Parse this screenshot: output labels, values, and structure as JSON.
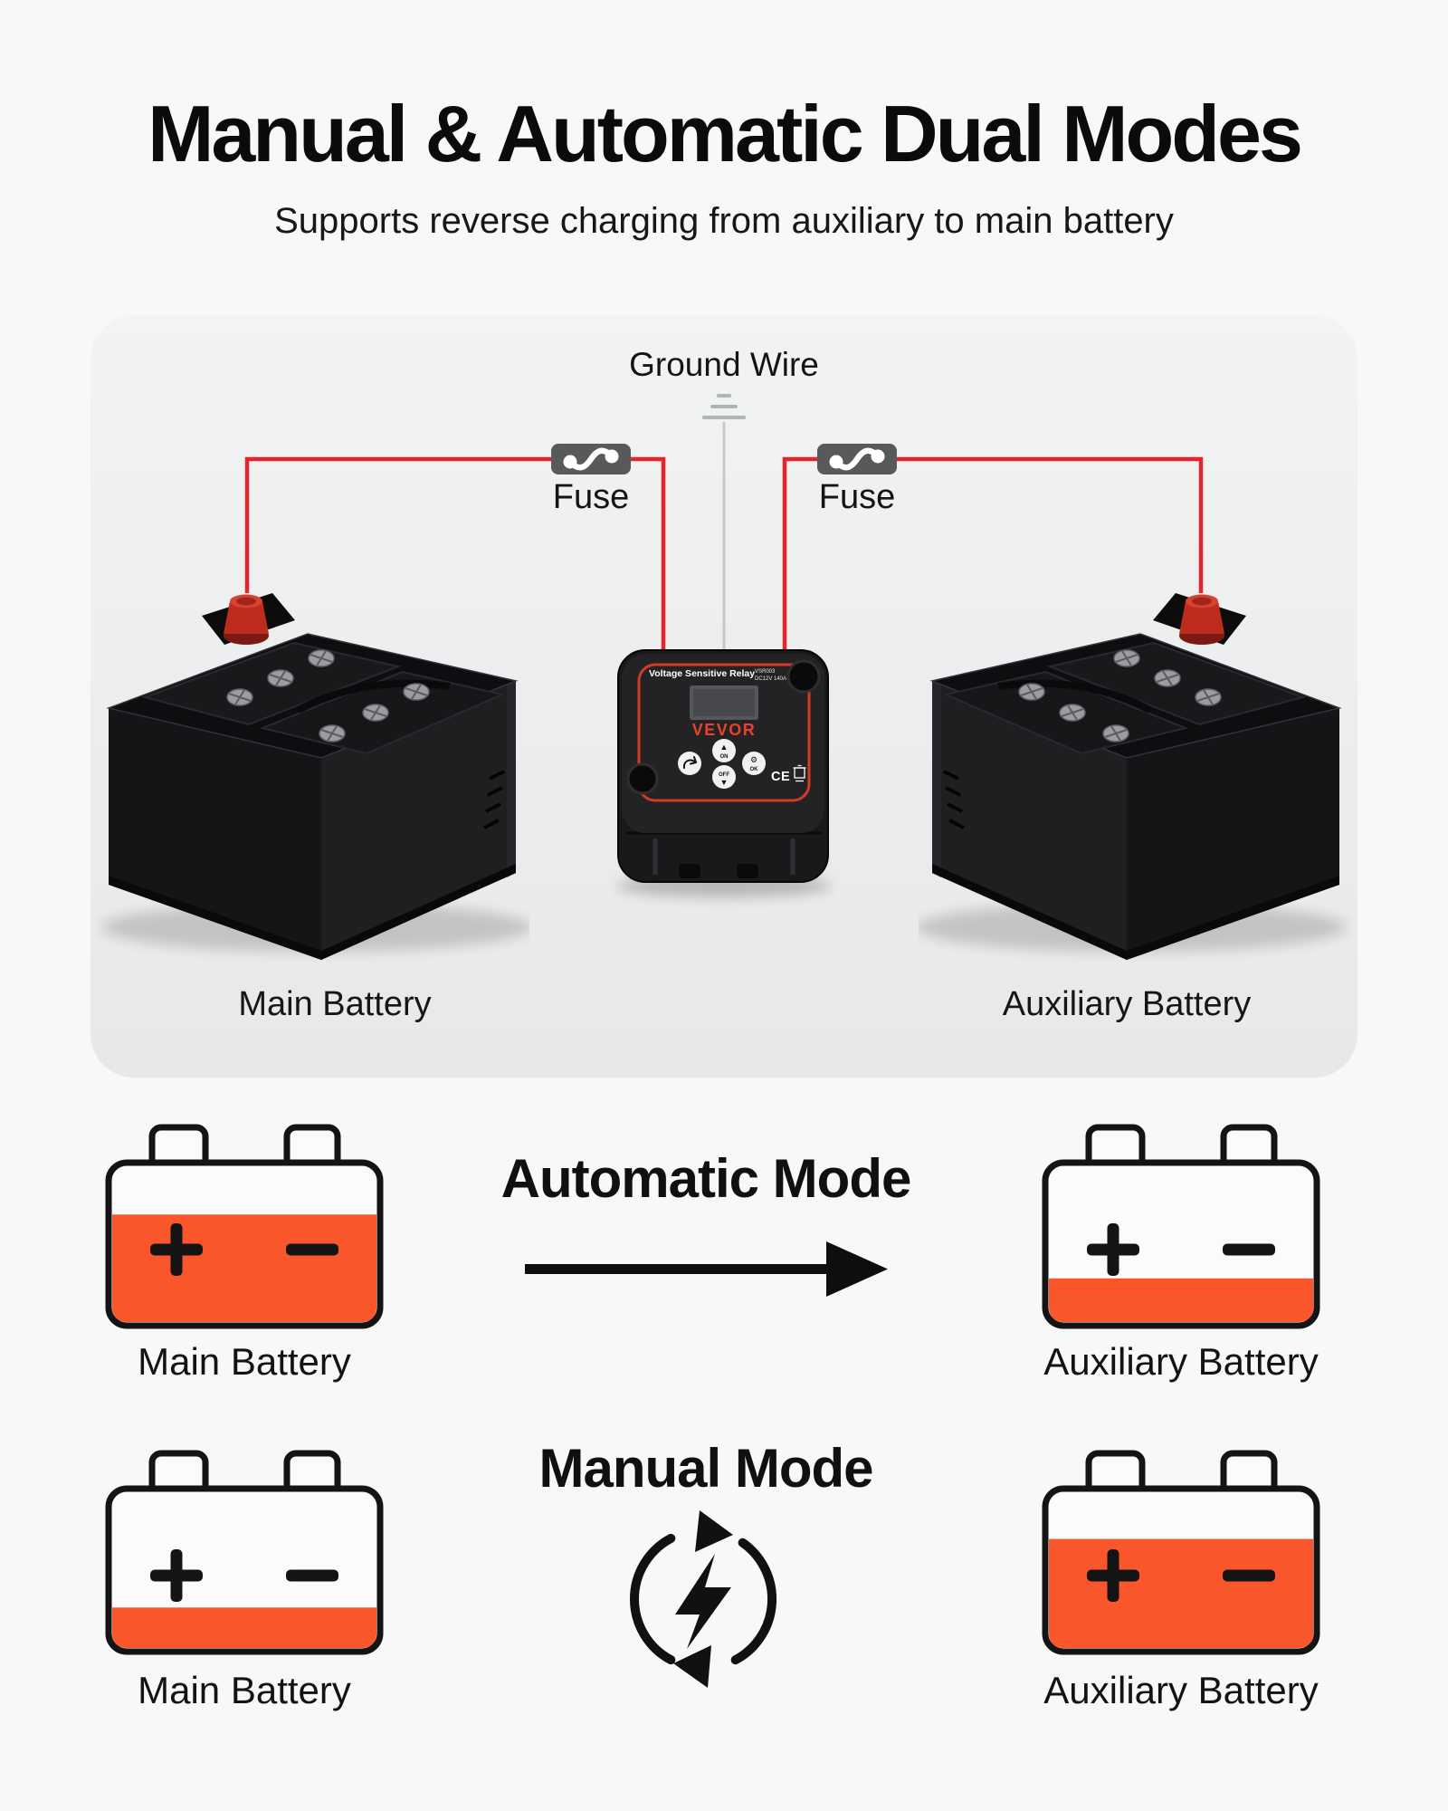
{
  "page": {
    "title": "Manual & Automatic Dual Modes",
    "subtitle": "Supports reverse charging from auxiliary to main battery"
  },
  "diagram": {
    "ground_wire_label": "Ground Wire",
    "fuses": [
      {
        "label": "Fuse"
      },
      {
        "label": "Fuse"
      }
    ],
    "left_battery_label": "Main Battery",
    "right_battery_label": "Auxiliary Battery",
    "relay": {
      "title": "Voltage Sensitive Relay",
      "model": "VSR003",
      "spec": "DC12V 140A",
      "brand": "VEVOR",
      "btn_on": "ON",
      "btn_off": "OFF",
      "btn_ok": "OK",
      "ce_mark": "CE"
    }
  },
  "modes": [
    {
      "title": "Automatic Mode",
      "flow_icon": "arrow-right",
      "left_battery": {
        "label": "Main Battery",
        "fill_percent": 69
      },
      "right_battery": {
        "label": "Auxiliary Battery",
        "fill_percent": 28
      }
    },
    {
      "title": "Manual Mode",
      "flow_icon": "sync-bolt",
      "left_battery": {
        "label": "Main Battery",
        "fill_percent": 26
      },
      "right_battery": {
        "label": "Auxiliary Battery",
        "fill_percent": 70
      }
    }
  ],
  "colors": {
    "battery_fill_orange": "#F9562B",
    "wire_red": "#E6242B",
    "fuse_gray": "#58595B"
  }
}
